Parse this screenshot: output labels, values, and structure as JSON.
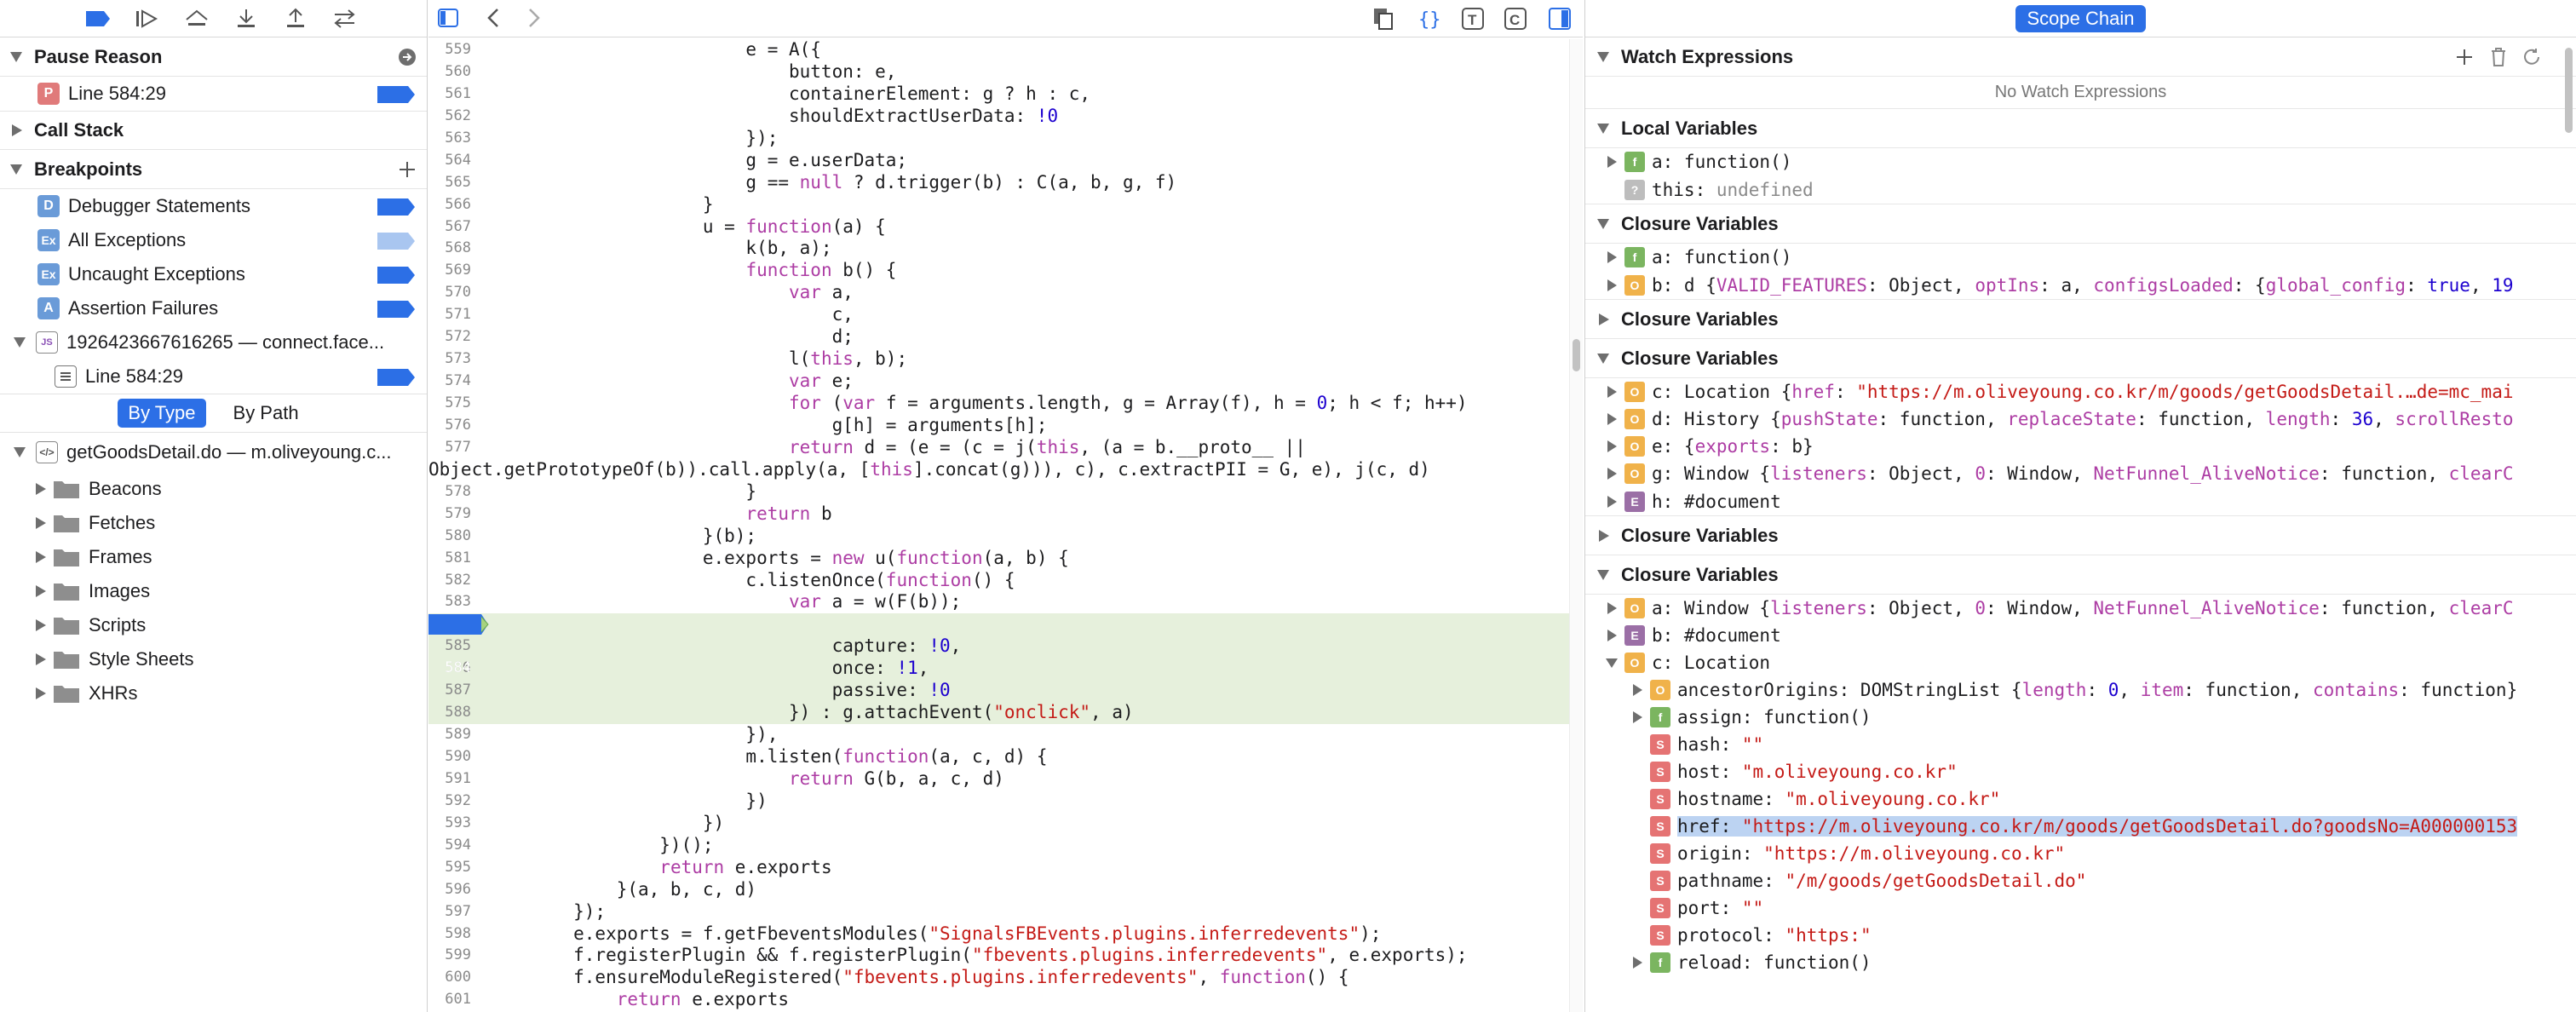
{
  "left": {
    "pause_reason": {
      "title": "Pause Reason",
      "item": {
        "badge": "P",
        "label": "Line 584:29"
      }
    },
    "call_stack": {
      "title": "Call Stack"
    },
    "breakpoints": {
      "title": "Breakpoints",
      "items": [
        {
          "badge": "D",
          "label": "Debugger Statements"
        },
        {
          "badge": "Ex",
          "label": "All Exceptions"
        },
        {
          "badge": "Ex",
          "label": "Uncaught Exceptions"
        },
        {
          "badge": "A",
          "label": "Assertion Failures"
        }
      ],
      "file": {
        "badge": "JS",
        "label": "1926423667616265 — connect.face..."
      },
      "file_line": "Line 584:29"
    },
    "segmented": {
      "by_type": "By Type",
      "by_path": "By Path"
    },
    "resources": {
      "root": "getGoodsDetail.do — m.oliveyoung.c...",
      "folders": [
        "Beacons",
        "Fetches",
        "Frames",
        "Images",
        "Scripts",
        "Style Sheets",
        "XHRs"
      ]
    }
  },
  "right": {
    "scope_chain": "Scope Chain",
    "watch": {
      "title": "Watch Expressions",
      "empty": "No Watch Expressions"
    },
    "local": {
      "title": "Local Variables"
    },
    "closure1": {
      "title": "Closure Variables"
    },
    "closure2": {
      "title": "Closure Variables"
    },
    "closure3": {
      "title": "Closure Variables"
    },
    "closure4": {
      "title": "Closure Variables"
    },
    "closure5": {
      "title": "Closure Variables"
    }
  },
  "colors": {
    "accent": "#2c6fe6",
    "highlight_line": "#e6f0dc",
    "keyword": "#ad3da4",
    "string": "#c41a16",
    "number": "#1c00cf"
  }
}
